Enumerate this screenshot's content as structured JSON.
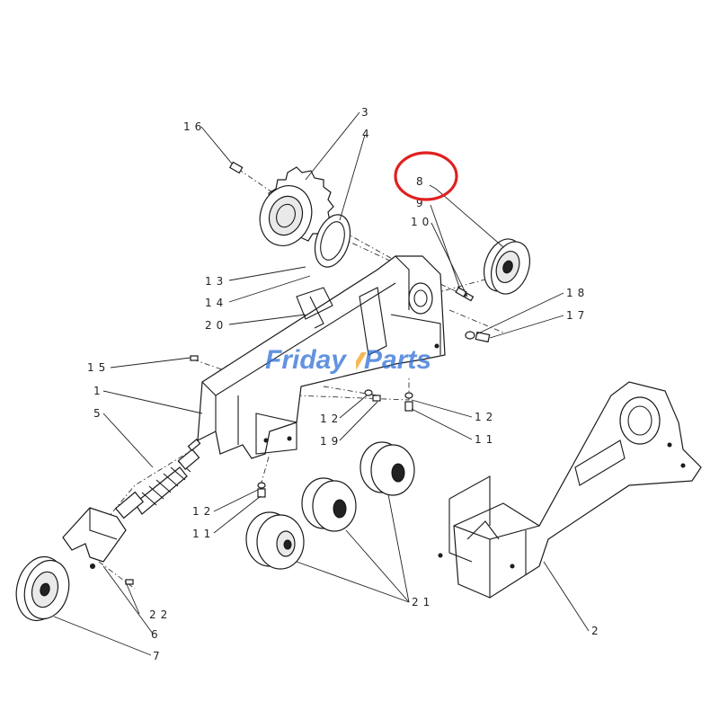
{
  "watermark": {
    "text_a": "Friday",
    "text_b": "Parts",
    "color": "#2f6fd6",
    "accent": "#f0a31c"
  },
  "highlight": {
    "color": "#e02020",
    "target": "8"
  },
  "callouts": {
    "c1": "1",
    "c2": "2",
    "c3": "3",
    "c4": "4",
    "c5": "5",
    "c6": "6",
    "c7": "7",
    "c8": "8",
    "c9": "9",
    "c10": "10",
    "c11a": "11",
    "c11b": "11",
    "c12a": "12",
    "c12b": "12",
    "c12c": "12",
    "c13": "13",
    "c14": "14",
    "c15": "15",
    "c16": "16",
    "c17": "17",
    "c18": "18",
    "c19": "19",
    "c20": "20",
    "c21": "21",
    "c22": "22"
  }
}
